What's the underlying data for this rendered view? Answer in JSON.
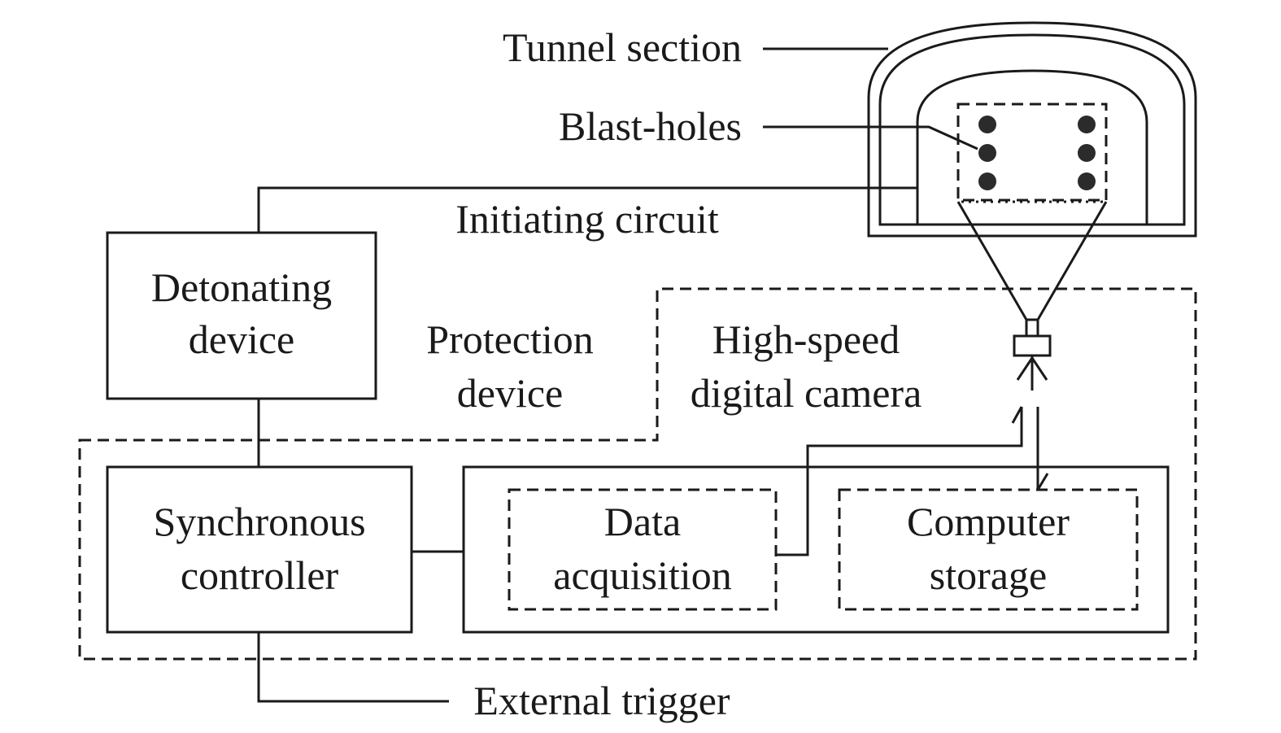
{
  "labels": {
    "tunnel_section": "Tunnel section",
    "blast_holes": "Blast-holes",
    "initiating_circuit": "Initiating circuit",
    "detonating_device_line1": "Detonating",
    "detonating_device_line2": "device",
    "protection_device_line1": "Protection",
    "protection_device_line2": "device",
    "camera_line1": "High-speed",
    "camera_line2": "digital camera",
    "sync_controller_line1": "Synchronous",
    "sync_controller_line2": "controller",
    "data_acquisition_line1": "Data",
    "data_acquisition_line2": "acquisition",
    "computer_storage_line1": "Computer",
    "computer_storage_line2": "storage",
    "external_trigger": "External trigger"
  }
}
